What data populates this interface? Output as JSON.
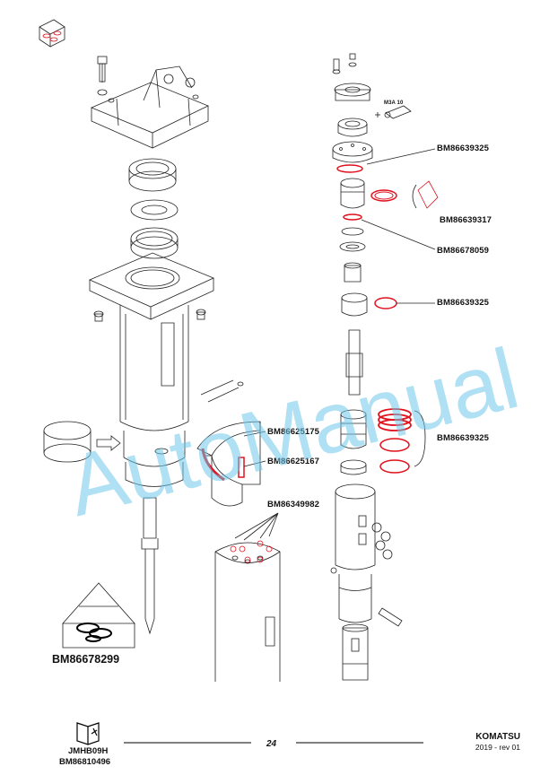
{
  "callouts": {
    "c1": "BM86639325",
    "c2": "BM86639317",
    "c3": "BM86678059",
    "c4": "BM86639325",
    "c5": "BM86625175",
    "c6": "BM86625167",
    "c7": "BM86639325",
    "c8": "BM86349982"
  },
  "kit": {
    "label": "BM86678299"
  },
  "small_labels": {
    "m": "M3A 10"
  },
  "watermark": "AutoManual",
  "footer": {
    "model": "JMHB09H",
    "code": "BM86810496",
    "page": "24",
    "brand": "KOMATSU",
    "revision": "2019 -  rev 01"
  },
  "colors": {
    "seal_red": "#e0101c",
    "line": "#222222",
    "watermark": "#6ec6ea"
  },
  "icons": {
    "top_left": "seal-kit-icon",
    "footer": "manual-book-icon"
  }
}
